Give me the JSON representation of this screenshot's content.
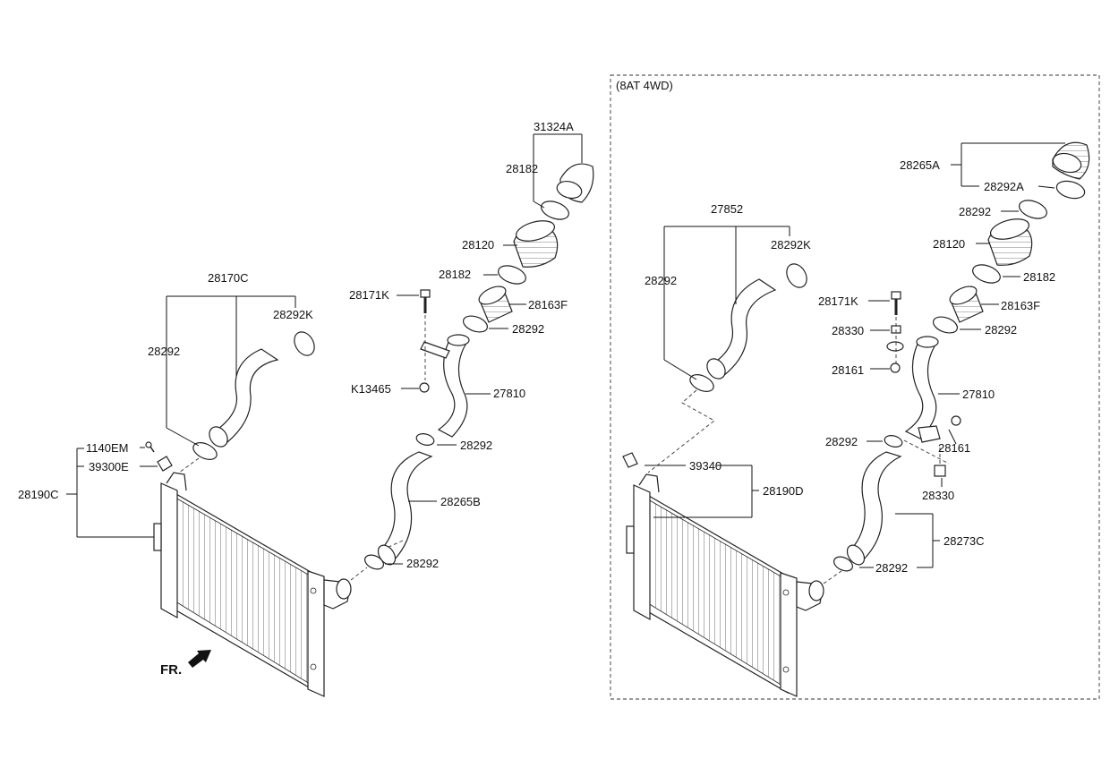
{
  "variant_box_title": "(8AT 4WD)",
  "front_marker": "FR.",
  "left": {
    "p31324A": "31324A",
    "p28182a": "28182",
    "p28120": "28120",
    "p28182b": "28182",
    "p28171K": "28171K",
    "p28163F": "28163F",
    "p28292a": "28292",
    "pK13465": "K13465",
    "p27810": "27810",
    "p28292b": "28292",
    "p28265B": "28265B",
    "p28292c": "28292",
    "p28170C": "28170C",
    "p28292K": "28292K",
    "p28292d": "28292",
    "p1140EM": "1140EM",
    "p39300E": "39300E",
    "p28190C": "28190C"
  },
  "right": {
    "p28265A": "28265A",
    "p28292A": "28292A",
    "p28292a": "28292",
    "p28120": "28120",
    "p28182": "28182",
    "p28171K": "28171K",
    "p28163F": "28163F",
    "p28330a": "28330",
    "p28292b": "28292",
    "p28161a": "28161",
    "p27810": "27810",
    "p28292c": "28292",
    "p28161b": "28161",
    "p28330b": "28330",
    "p27852": "27852",
    "p28292K": "28292K",
    "p28292d": "28292",
    "p39340": "39340",
    "p28190D": "28190D",
    "p28273C": "28273C",
    "p28292e": "28292"
  }
}
